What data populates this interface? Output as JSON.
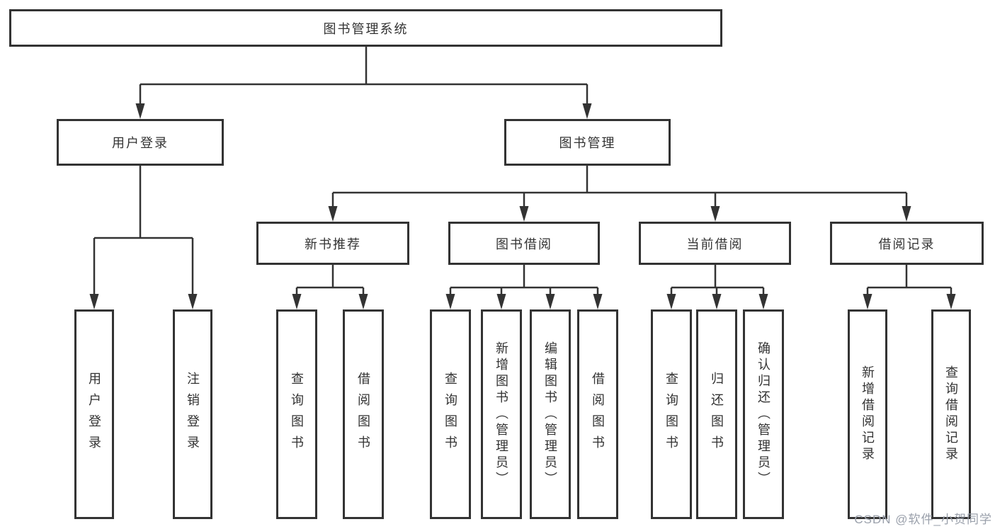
{
  "tree": {
    "label": "图书管理系统",
    "children": [
      {
        "label": "用户登录",
        "children": [
          {
            "label": "用户登录"
          },
          {
            "label": "注销登录"
          }
        ]
      },
      {
        "label": "图书管理",
        "children": [
          {
            "label": "新书推荐",
            "children": [
              {
                "label": "查询图书"
              },
              {
                "label": "借阅图书"
              }
            ]
          },
          {
            "label": "图书借阅",
            "children": [
              {
                "label": "查询图书"
              },
              {
                "label": "新增图书（管理员）"
              },
              {
                "label": "编辑图书（管理员）"
              },
              {
                "label": "借阅图书"
              }
            ]
          },
          {
            "label": "当前借阅",
            "children": [
              {
                "label": "查询图书"
              },
              {
                "label": "归还图书"
              },
              {
                "label": "确认归还（管理员）"
              }
            ]
          },
          {
            "label": "借阅记录",
            "children": [
              {
                "label": "新增借阅记录"
              },
              {
                "label": "查询借阅记录"
              }
            ]
          }
        ]
      }
    ]
  },
  "watermark": {
    "text": "CSDN @软件_小贺同学"
  },
  "colors": {
    "line": "#333333",
    "box_border": "#333333",
    "text": "#333333",
    "background": "#ffffff",
    "watermark": "#9aa0ab"
  }
}
